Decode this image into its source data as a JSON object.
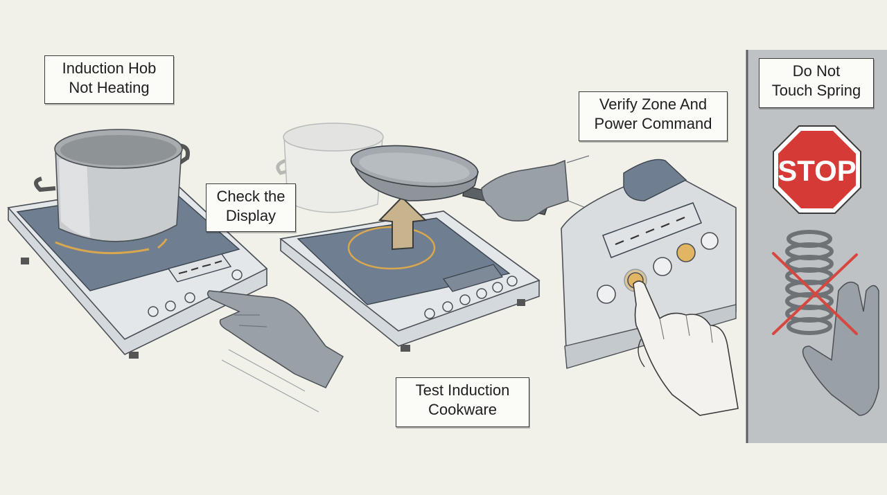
{
  "labels": {
    "induction_hob": [
      "Induction Hob",
      "Not Heating"
    ],
    "check_display": [
      "Check the",
      "Display"
    ],
    "test_cookware": [
      "Test Induction",
      "Cookware"
    ],
    "verify_zone": [
      "Verify Zone And",
      "Power Command"
    ],
    "do_not_touch": [
      "Do Not",
      "Touch Spring"
    ]
  },
  "stop_sign": {
    "text": "STOP",
    "color": "#d63a36"
  },
  "colors": {
    "background": "#f2f1e9",
    "side_panel": "#bfc2c4",
    "hob_body": "#d4d9de",
    "hob_top": "#6f7e91",
    "accent_amber": "#d9a84e",
    "glove": "#9aa1a6",
    "cross": "#d6473f"
  },
  "icons": [
    "pot-icon",
    "pan-icon",
    "up-arrow-icon",
    "pointing-hand-icon",
    "gloved-hand-icon",
    "stop-sign-icon",
    "spring-icon",
    "cross-icon"
  ]
}
